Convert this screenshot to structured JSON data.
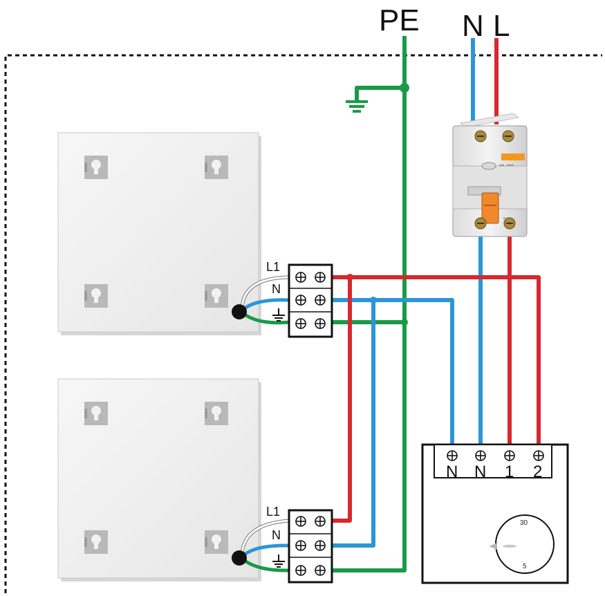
{
  "supply_labels": {
    "pe": "PE",
    "n": "N",
    "l": "L"
  },
  "heater_1": {
    "terminal_labels": {
      "l1": "L1",
      "n": "N"
    }
  },
  "heater_2": {
    "terminal_labels": {
      "l1": "L1",
      "n": "N"
    }
  },
  "thermostat": {
    "terminals": [
      "N",
      "N",
      "1",
      "2"
    ],
    "dial": {
      "max": "30",
      "min": "5"
    }
  },
  "rcd": {
    "rating_text": "40A - 30mA",
    "model_text": "ID 2P"
  },
  "colors": {
    "pe": "#1a9a48",
    "neutral": "#2a96d6",
    "live": "#d7282f",
    "frame": "#111111"
  }
}
